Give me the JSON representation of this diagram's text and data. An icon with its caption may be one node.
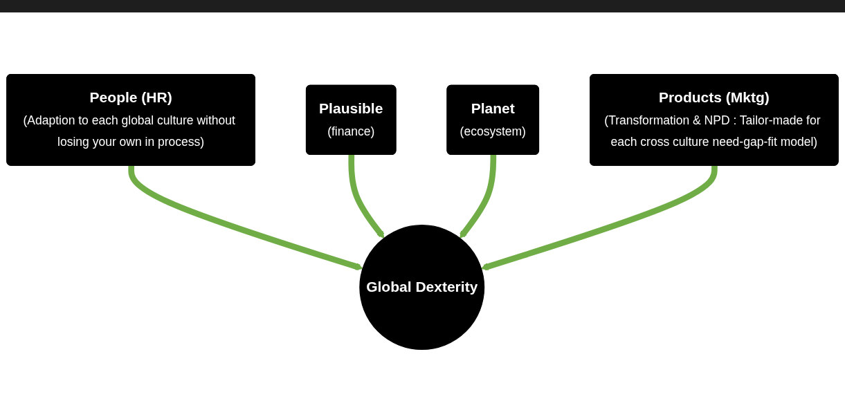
{
  "diagram": {
    "nodes": [
      {
        "text": [
          "People (HR)",
          "(Adaption to each global culture without losing your own in process)"
        ]
      },
      {
        "text": [
          "Plausible",
          "(finance)"
        ]
      },
      {
        "text": [
          "Global Dexterity"
        ]
      },
      {
        "text": [
          "Planet",
          "(ecosystem)"
        ]
      },
      {
        "text": [
          "Products (Mktg)",
          "(Transformation & NPD : Tailor-made for each cross culture need-gap-fit model)"
        ]
      }
    ],
    "edges": [
      {
        "from": 0,
        "to": 2,
        "arrow": "to"
      },
      {
        "from": 1,
        "to": 2,
        "arrow": "to"
      },
      {
        "from": 3,
        "to": 2,
        "arrow": "to"
      },
      {
        "from": 4,
        "to": 2,
        "arrow": "to"
      }
    ]
  }
}
